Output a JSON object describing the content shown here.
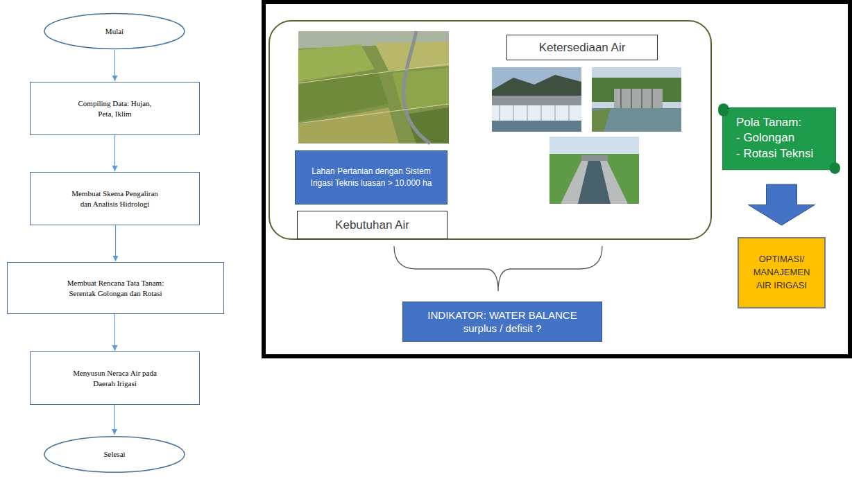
{
  "diagram": {
    "nodes": [
      {
        "text": [
          "Mulai"
        ]
      },
      {
        "text": [
          "Compiling Data: Hujan, Peta, Iklim"
        ]
      },
      {
        "text": [
          "Membuat Skema Pengaliran dan Analisis Hidrologi"
        ]
      },
      {
        "text": [
          "Membuat Rencana Tata Tanam: Serentak Golongan dan Rotasi"
        ]
      },
      {
        "text": [
          "Menyusun Neraca Air pada Daerah Irigasi"
        ]
      },
      {
        "text": [
          "Selesai"
        ]
      },
      {
        "text": [
          "Ketersediaan Air"
        ]
      },
      {
        "text": [
          "Lahan Pertanian dengan Sistem Irigasi Teknis luasan > 10.000 ha"
        ]
      },
      {
        "text": [
          "Kebutuhan Air"
        ]
      },
      {
        "text": [
          "Pola Tanam:",
          "- Golongan",
          "- Rotasi Teknsi"
        ]
      },
      {
        "text": [
          "OPTIMASI/ MANAJEMEN AIR IRIGASI"
        ]
      },
      {
        "text": [
          "INDIKATOR: WATER BALANCE surplus / defisit ?"
        ]
      }
    ],
    "edges": [
      {
        "from": 0,
        "to": 1,
        "arrow": "to"
      },
      {
        "from": 1,
        "to": 2,
        "arrow": "to"
      },
      {
        "from": 2,
        "to": 3,
        "arrow": "to"
      },
      {
        "from": 3,
        "to": 4,
        "arrow": "to"
      },
      {
        "from": 4,
        "to": 5,
        "arrow": "to"
      },
      {
        "from": 9,
        "to": 10,
        "arrow": "to"
      }
    ]
  }
}
